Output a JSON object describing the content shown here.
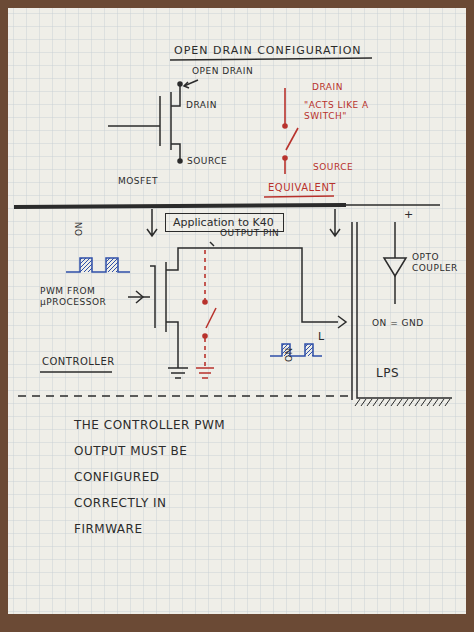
{
  "diagram": {
    "title": "OPEN DRAIN CONFIGURATION",
    "nodes": [
      {
        "text": [
          "Application to K40"
        ]
      }
    ],
    "labels": [
      "OPEN DRAIN",
      "DRAIN",
      "SOURCE",
      "MOSFET",
      "DRAIN",
      "\"ACTS LIKE A SWITCH\"",
      "SOURCE",
      "EQUIVALENT",
      "ON",
      "PWM FROM µPROCESSOR",
      "OUTPUT PIN",
      "CONTROLLER",
      "L",
      "ON",
      "+",
      "OPTO COUPLER",
      "ON = GND",
      "LPS",
      "THE CONTROLLER PWM OUTPUT MUST BE CONFIGURED CORRECTLY IN FIRMWARE"
    ]
  }
}
